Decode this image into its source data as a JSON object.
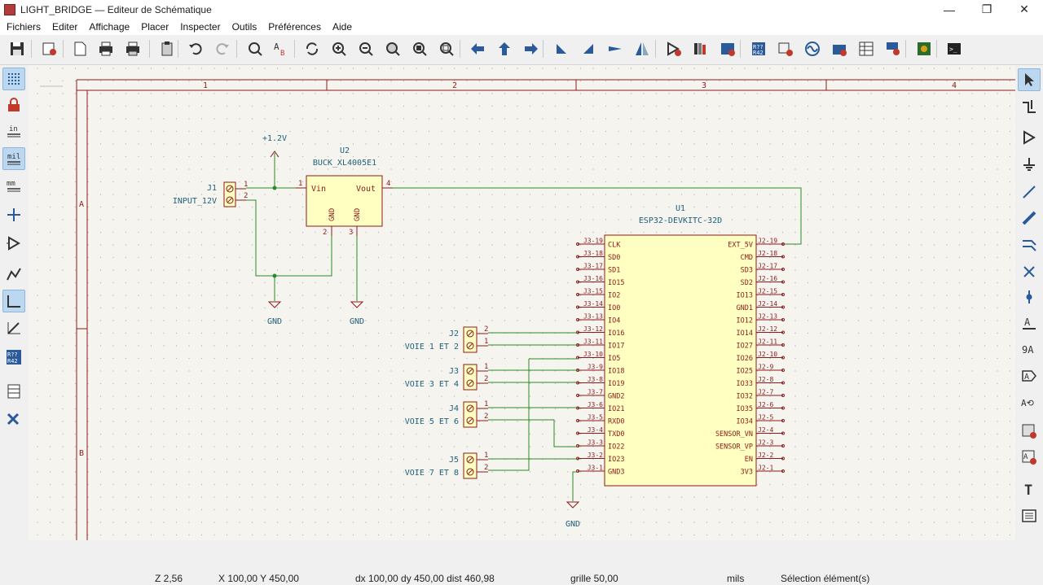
{
  "window": {
    "title": "LIGHT_BRIDGE — Editeur de Schématique",
    "minimize": "—",
    "restore": "❐",
    "close": "✕"
  },
  "menu": [
    "Fichiers",
    "Editer",
    "Affichage",
    "Placer",
    "Inspecter",
    "Outils",
    "Préférences",
    "Aide"
  ],
  "toolbar": [
    "save-icon",
    "schematic-setup-icon",
    "page-settings-icon",
    "print-icon",
    "plot-icon",
    "paste-icon",
    "undo-icon",
    "redo-icon",
    "find-icon",
    "find-replace-icon",
    "refresh-icon",
    "zoom-in-icon",
    "zoom-out-icon",
    "zoom-fit-icon",
    "zoom-objects-icon",
    "zoom-selection-icon",
    "nav-back-icon",
    "nav-up-icon",
    "nav-forward-icon",
    "rotate-ccw-icon",
    "rotate-cw-icon",
    "mirror-v-icon",
    "mirror-h-icon",
    "symbol-editor-icon",
    "symbol-browser-icon",
    "footprint-assign-icon",
    "annotate-icon",
    "erc-icon",
    "simulator-icon",
    "bom-icon",
    "fields-table-icon",
    "bom-generate-icon",
    "pcb-editor-icon",
    "scripting-console-icon"
  ],
  "left_toolbar": [
    {
      "icon": "grid-icon",
      "active": true
    },
    {
      "icon": "lock-icon",
      "active": false
    },
    {
      "icon": "units-in-icon",
      "label": "in",
      "active": false
    },
    {
      "icon": "units-mil-icon",
      "label": "mil",
      "active": true
    },
    {
      "icon": "units-mm-icon",
      "label": "mm",
      "active": false
    },
    {
      "icon": "cursor-crosshair-icon",
      "active": false
    },
    {
      "icon": "pin-icon",
      "active": false
    },
    {
      "icon": "line-mode-free-icon",
      "active": false
    },
    {
      "icon": "line-mode-90-icon",
      "active": true
    },
    {
      "icon": "line-mode-45-icon",
      "active": false
    },
    {
      "icon": "annotate-ref-icon",
      "active": false
    },
    {
      "icon": "hierarchy-icon",
      "active": false
    },
    {
      "icon": "settings-tools-icon",
      "active": false
    }
  ],
  "right_toolbar": [
    "select-arrow-icon",
    "highlight-net-icon",
    "add-symbol-icon",
    "add-power-icon",
    "add-wire-icon",
    "add-bus-icon",
    "bus-entry-icon",
    "no-connect-icon",
    "junction-icon",
    "add-label-icon",
    "add-net-label-icon",
    "global-label-icon",
    "hier-label-icon",
    "hier-sheet-icon",
    "import-sheet-pin-icon",
    "add-text-icon",
    "text-box-icon"
  ],
  "sheet": {
    "columns": [
      "1",
      "2",
      "3",
      "4"
    ],
    "rows": [
      "A",
      "B"
    ]
  },
  "schematic": {
    "power_12v": "+1.2V",
    "u2_ref": "U2",
    "u2_value": "BUCK_XL4005E1",
    "u2_vin": "Vin",
    "u2_vout": "Vout",
    "u2_gnd": "GND",
    "u2_pins": [
      "1",
      "4",
      "2",
      "3"
    ],
    "j1_ref": "J1",
    "j1_value": "INPUT_12V",
    "gnd": "GND",
    "u1_ref": "U1",
    "u1_value": "ESP32-DEVKITC-32D",
    "u1_left_pins": [
      "CLK",
      "SD0",
      "SD1",
      "IO15",
      "IO2",
      "IO0",
      "IO4",
      "IO16",
      "IO17",
      "IO5",
      "IO18",
      "IO19",
      "GND2",
      "IO21",
      "RXD0",
      "TXD0",
      "IO22",
      "IO23",
      "GND3"
    ],
    "u1_right_pins": [
      "EXT_5V",
      "CMD",
      "SD3",
      "SD2",
      "IO13",
      "GND1",
      "IO12",
      "IO14",
      "IO27",
      "IO26",
      "IO25",
      "IO33",
      "IO32",
      "IO35",
      "IO34",
      "SENSOR_VN",
      "SENSOR_VP",
      "EN",
      "3V3"
    ],
    "u1_left_nums": [
      "J3-19",
      "J3-18",
      "J3-17",
      "J3-16",
      "J3-15",
      "J3-14",
      "J3-13",
      "J3-12",
      "J3-11",
      "J3-10",
      "J3-9",
      "J3-8",
      "J3-7",
      "J3-6",
      "J3-5",
      "J3-4",
      "J3-3",
      "J3-2",
      "J3-1"
    ],
    "u1_right_nums": [
      "J2-19",
      "J2-18",
      "J2-17",
      "J2-16",
      "J2-15",
      "J2-14",
      "J2-13",
      "J2-12",
      "J2-11",
      "J2-10",
      "J2-9",
      "J2-8",
      "J2-7",
      "J2-6",
      "J2-5",
      "J2-4",
      "J2-3",
      "J2-2",
      "J2-1"
    ],
    "connectors": [
      {
        "ref": "J2",
        "value": "VOIE 1 ET 2",
        "pins": [
          "2",
          "1"
        ]
      },
      {
        "ref": "J3",
        "value": "VOIE 3 ET 4",
        "pins": [
          "1",
          "2"
        ]
      },
      {
        "ref": "J4",
        "value": "VOIE 5 ET 6",
        "pins": [
          "1",
          "2"
        ]
      },
      {
        "ref": "J5",
        "value": "VOIE 7 ET 8",
        "pins": [
          "1",
          "2"
        ]
      }
    ]
  },
  "status": {
    "zoom": "Z 2,56",
    "xy": "X 100,00  Y 450,00",
    "delta": "dx 100,00  dy 450,00  dist 460,98",
    "grid": "grille 50,00",
    "units": "mils",
    "mode": "Sélection élément(s)"
  },
  "colors": {
    "wire": "#2a8a2a",
    "component_body": "#ffffc2",
    "component_outline": "#8b1a1a",
    "pin": "#8b1a1a",
    "text_blue": "#22607a",
    "border": "#8b1a1a"
  }
}
